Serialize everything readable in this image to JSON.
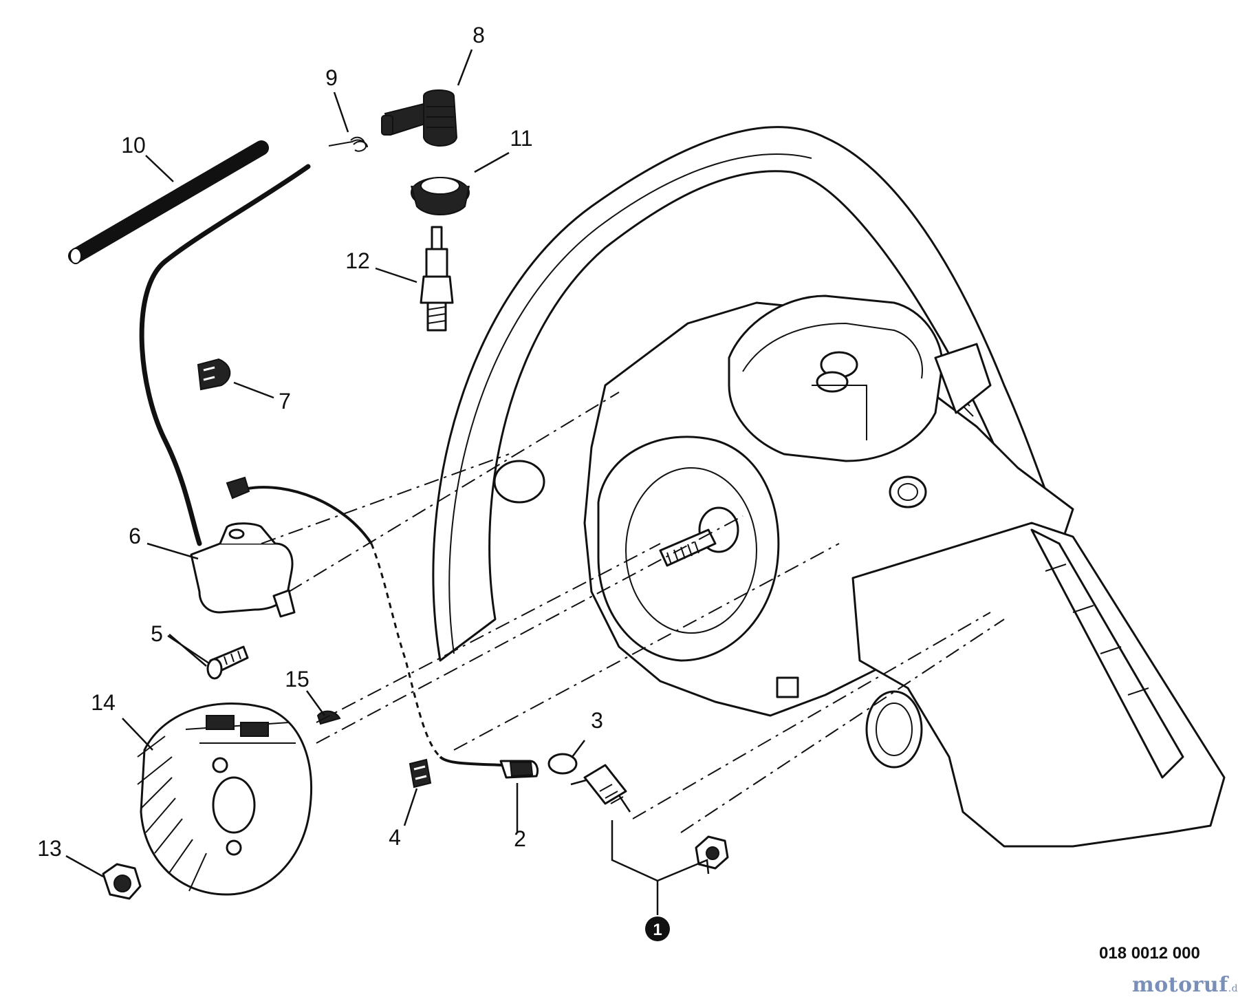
{
  "callouts": {
    "c1": "1",
    "c2": "2",
    "c3": "3",
    "c4": "4",
    "c5": "5",
    "c6": "6",
    "c7": "7",
    "c8": "8",
    "c9": "9",
    "c10": "10",
    "c11": "11",
    "c12": "12",
    "c13": "13",
    "c14": "14",
    "c15": "15"
  },
  "reference_code": "018 0012 000",
  "watermark": {
    "name": "motoruf",
    "tld": ".de"
  },
  "colors": {
    "ink": "#111111",
    "background": "#ffffff",
    "watermark": "#7a8fb8"
  }
}
